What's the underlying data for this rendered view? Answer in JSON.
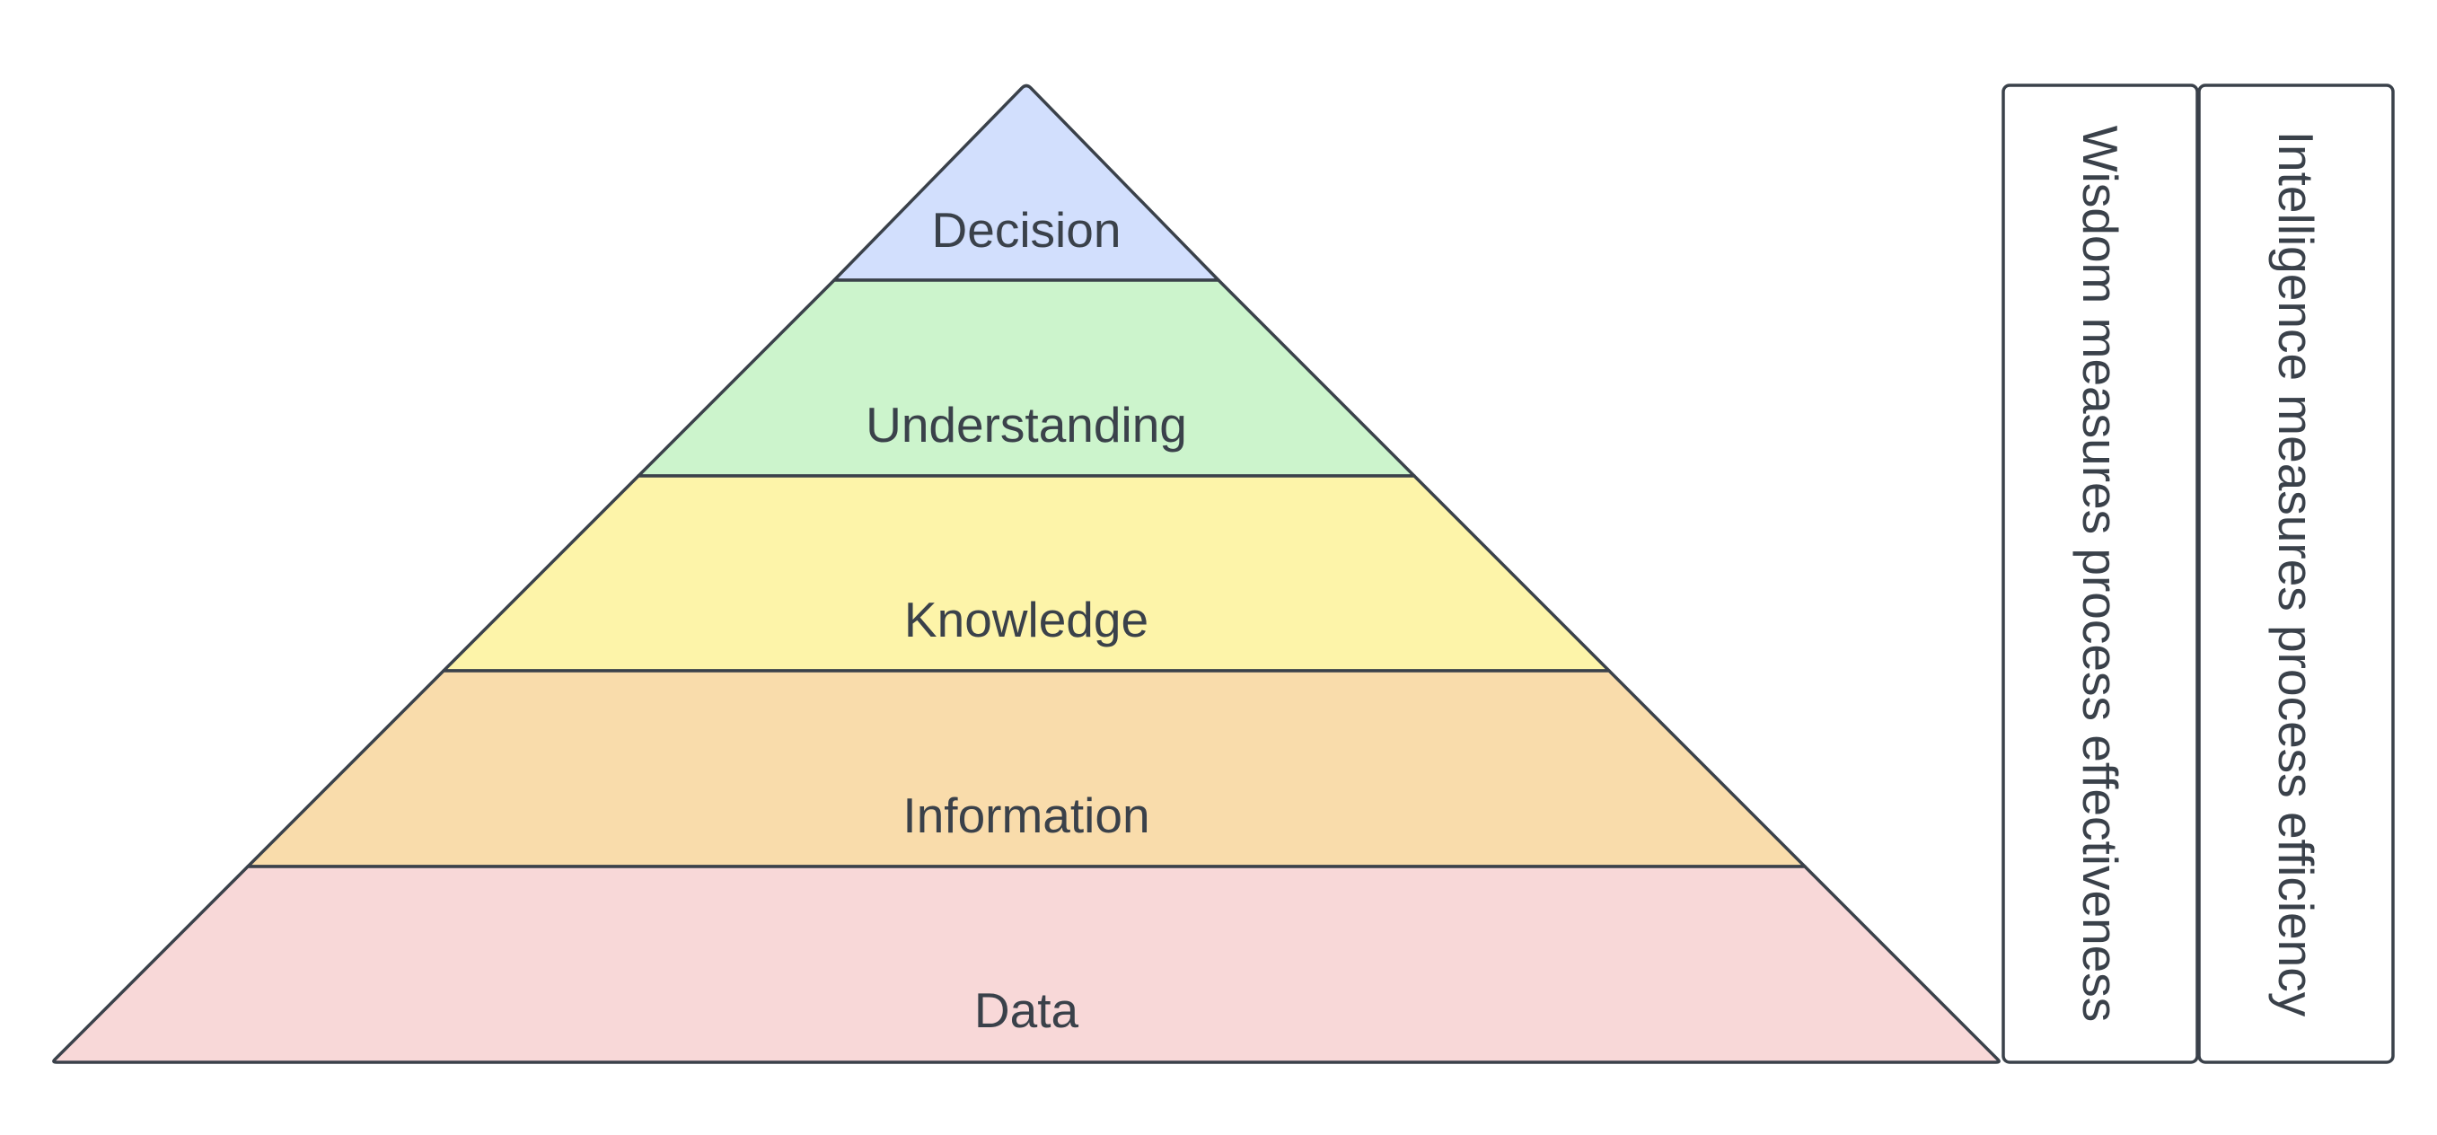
{
  "pyramid": {
    "tiers": [
      {
        "label": "Decision",
        "fill": "#d2dffd"
      },
      {
        "label": "Understanding",
        "fill": "#ccf4cc"
      },
      {
        "label": "Knowledge",
        "fill": "#fdf4a9"
      },
      {
        "label": "Information",
        "fill": "#f9dcab"
      },
      {
        "label": "Data",
        "fill": "#f8d8d8"
      }
    ],
    "stroke": "#3a414a"
  },
  "side_boxes": [
    {
      "label": "Wisdom measures process effectiveness"
    },
    {
      "label": "Intelligence measures process efficiency"
    }
  ]
}
